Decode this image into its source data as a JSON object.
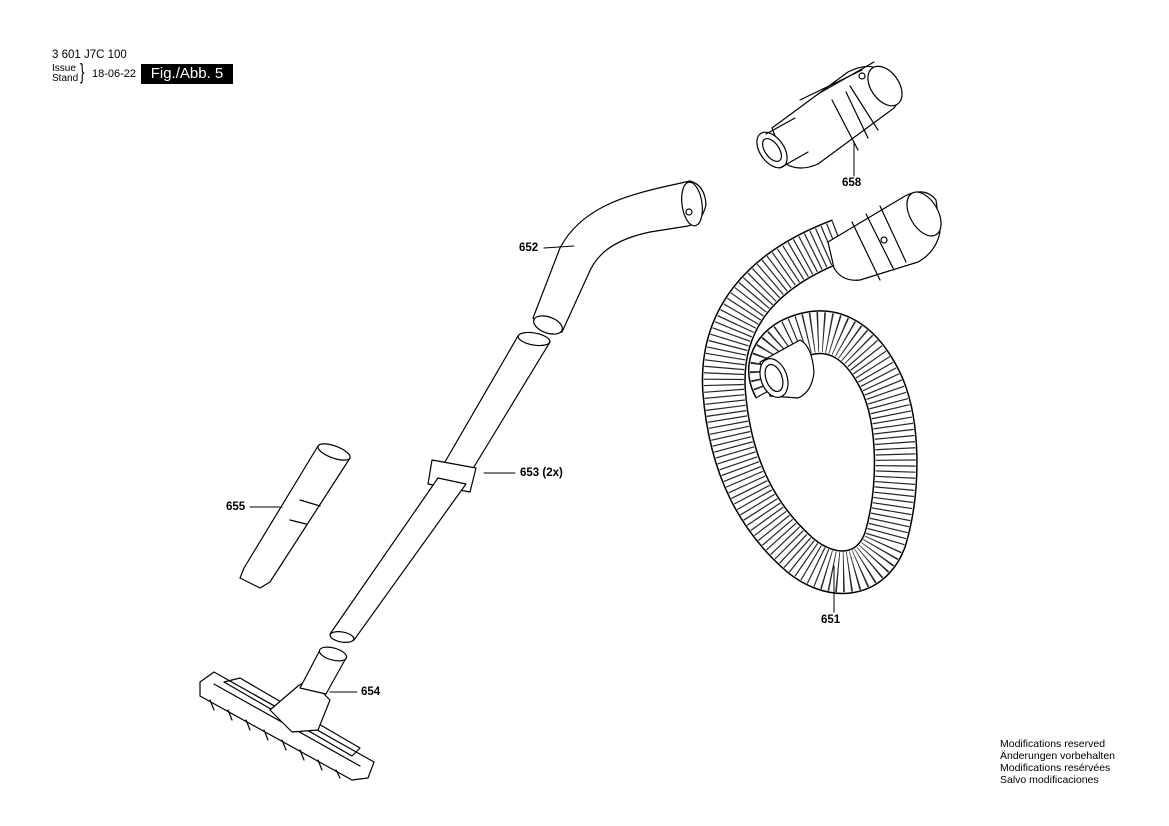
{
  "header": {
    "part_number": "3 601 J7C 100",
    "issue_label": "Issue",
    "stand_label": "Stand",
    "issue_date": "18-06-22",
    "figure_label": "Fig./Abb. 5"
  },
  "callouts": {
    "p651": "651",
    "p652": "652",
    "p653": "653 (2x)",
    "p654": "654",
    "p655": "655",
    "p658": "658"
  },
  "footer": {
    "line1": "Modifications reserved",
    "line2": "Änderungen vorbehalten",
    "line3": "Modifications resérvées",
    "line4": "Salvo modificaciones"
  }
}
